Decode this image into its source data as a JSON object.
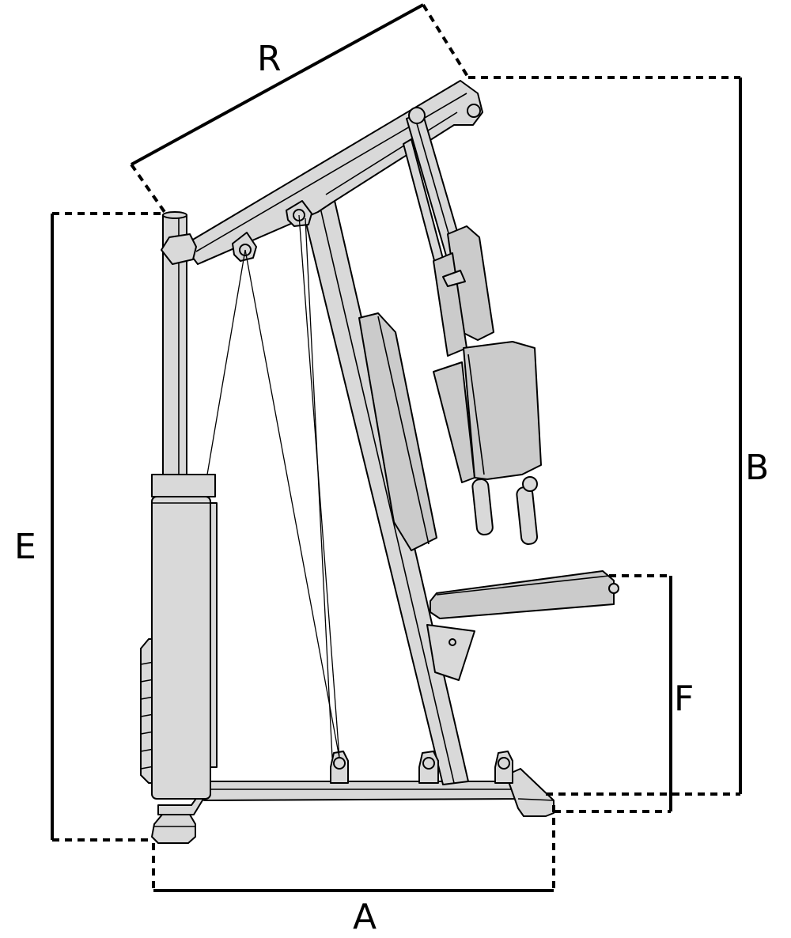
{
  "diagram": {
    "subject": "Home gym",
    "dimension_labels": {
      "R": "R",
      "B": "B",
      "E": "E",
      "F": "F",
      "A": "A"
    }
  },
  "colors": {
    "frame_fill": "#d9d9d9",
    "pad_fill": "#c9c9c9",
    "line": "#000000",
    "background": "#ffffff"
  }
}
